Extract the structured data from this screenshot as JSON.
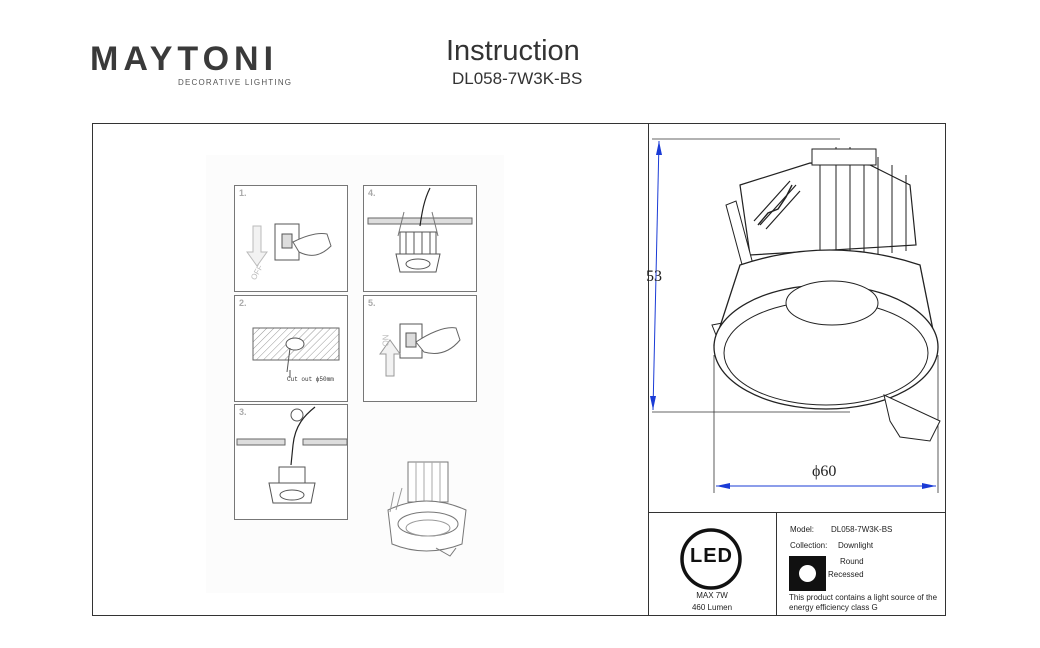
{
  "brand": {
    "logo": "MAYTONI",
    "tagline": "DECORATIVE LIGHTING"
  },
  "header": {
    "title": "Instruction",
    "model_code": "DL058-7W3K-BS"
  },
  "steps": [
    {
      "num": "1.",
      "note": "OFF"
    },
    {
      "num": "2.",
      "note": "Cut out ϕ50mm"
    },
    {
      "num": "3.",
      "note": ""
    },
    {
      "num": "4.",
      "note": ""
    },
    {
      "num": "5.",
      "note": "ON"
    }
  ],
  "dimensions": {
    "height": "53",
    "diameter": "ϕ60"
  },
  "led_badge": {
    "label": "LED",
    "power": "MAX 7W",
    "lumen": "460 Lumen"
  },
  "spec": {
    "model_label": "Model:",
    "model_value": "DL058-7W3K-BS",
    "collection_label": "Collection:",
    "collection_value": "Downlight",
    "shape": "Round",
    "mounting": "Recessed",
    "energy_note_line1": "This product contains a light source of the",
    "energy_note_line2": "energy efficiency class G"
  }
}
